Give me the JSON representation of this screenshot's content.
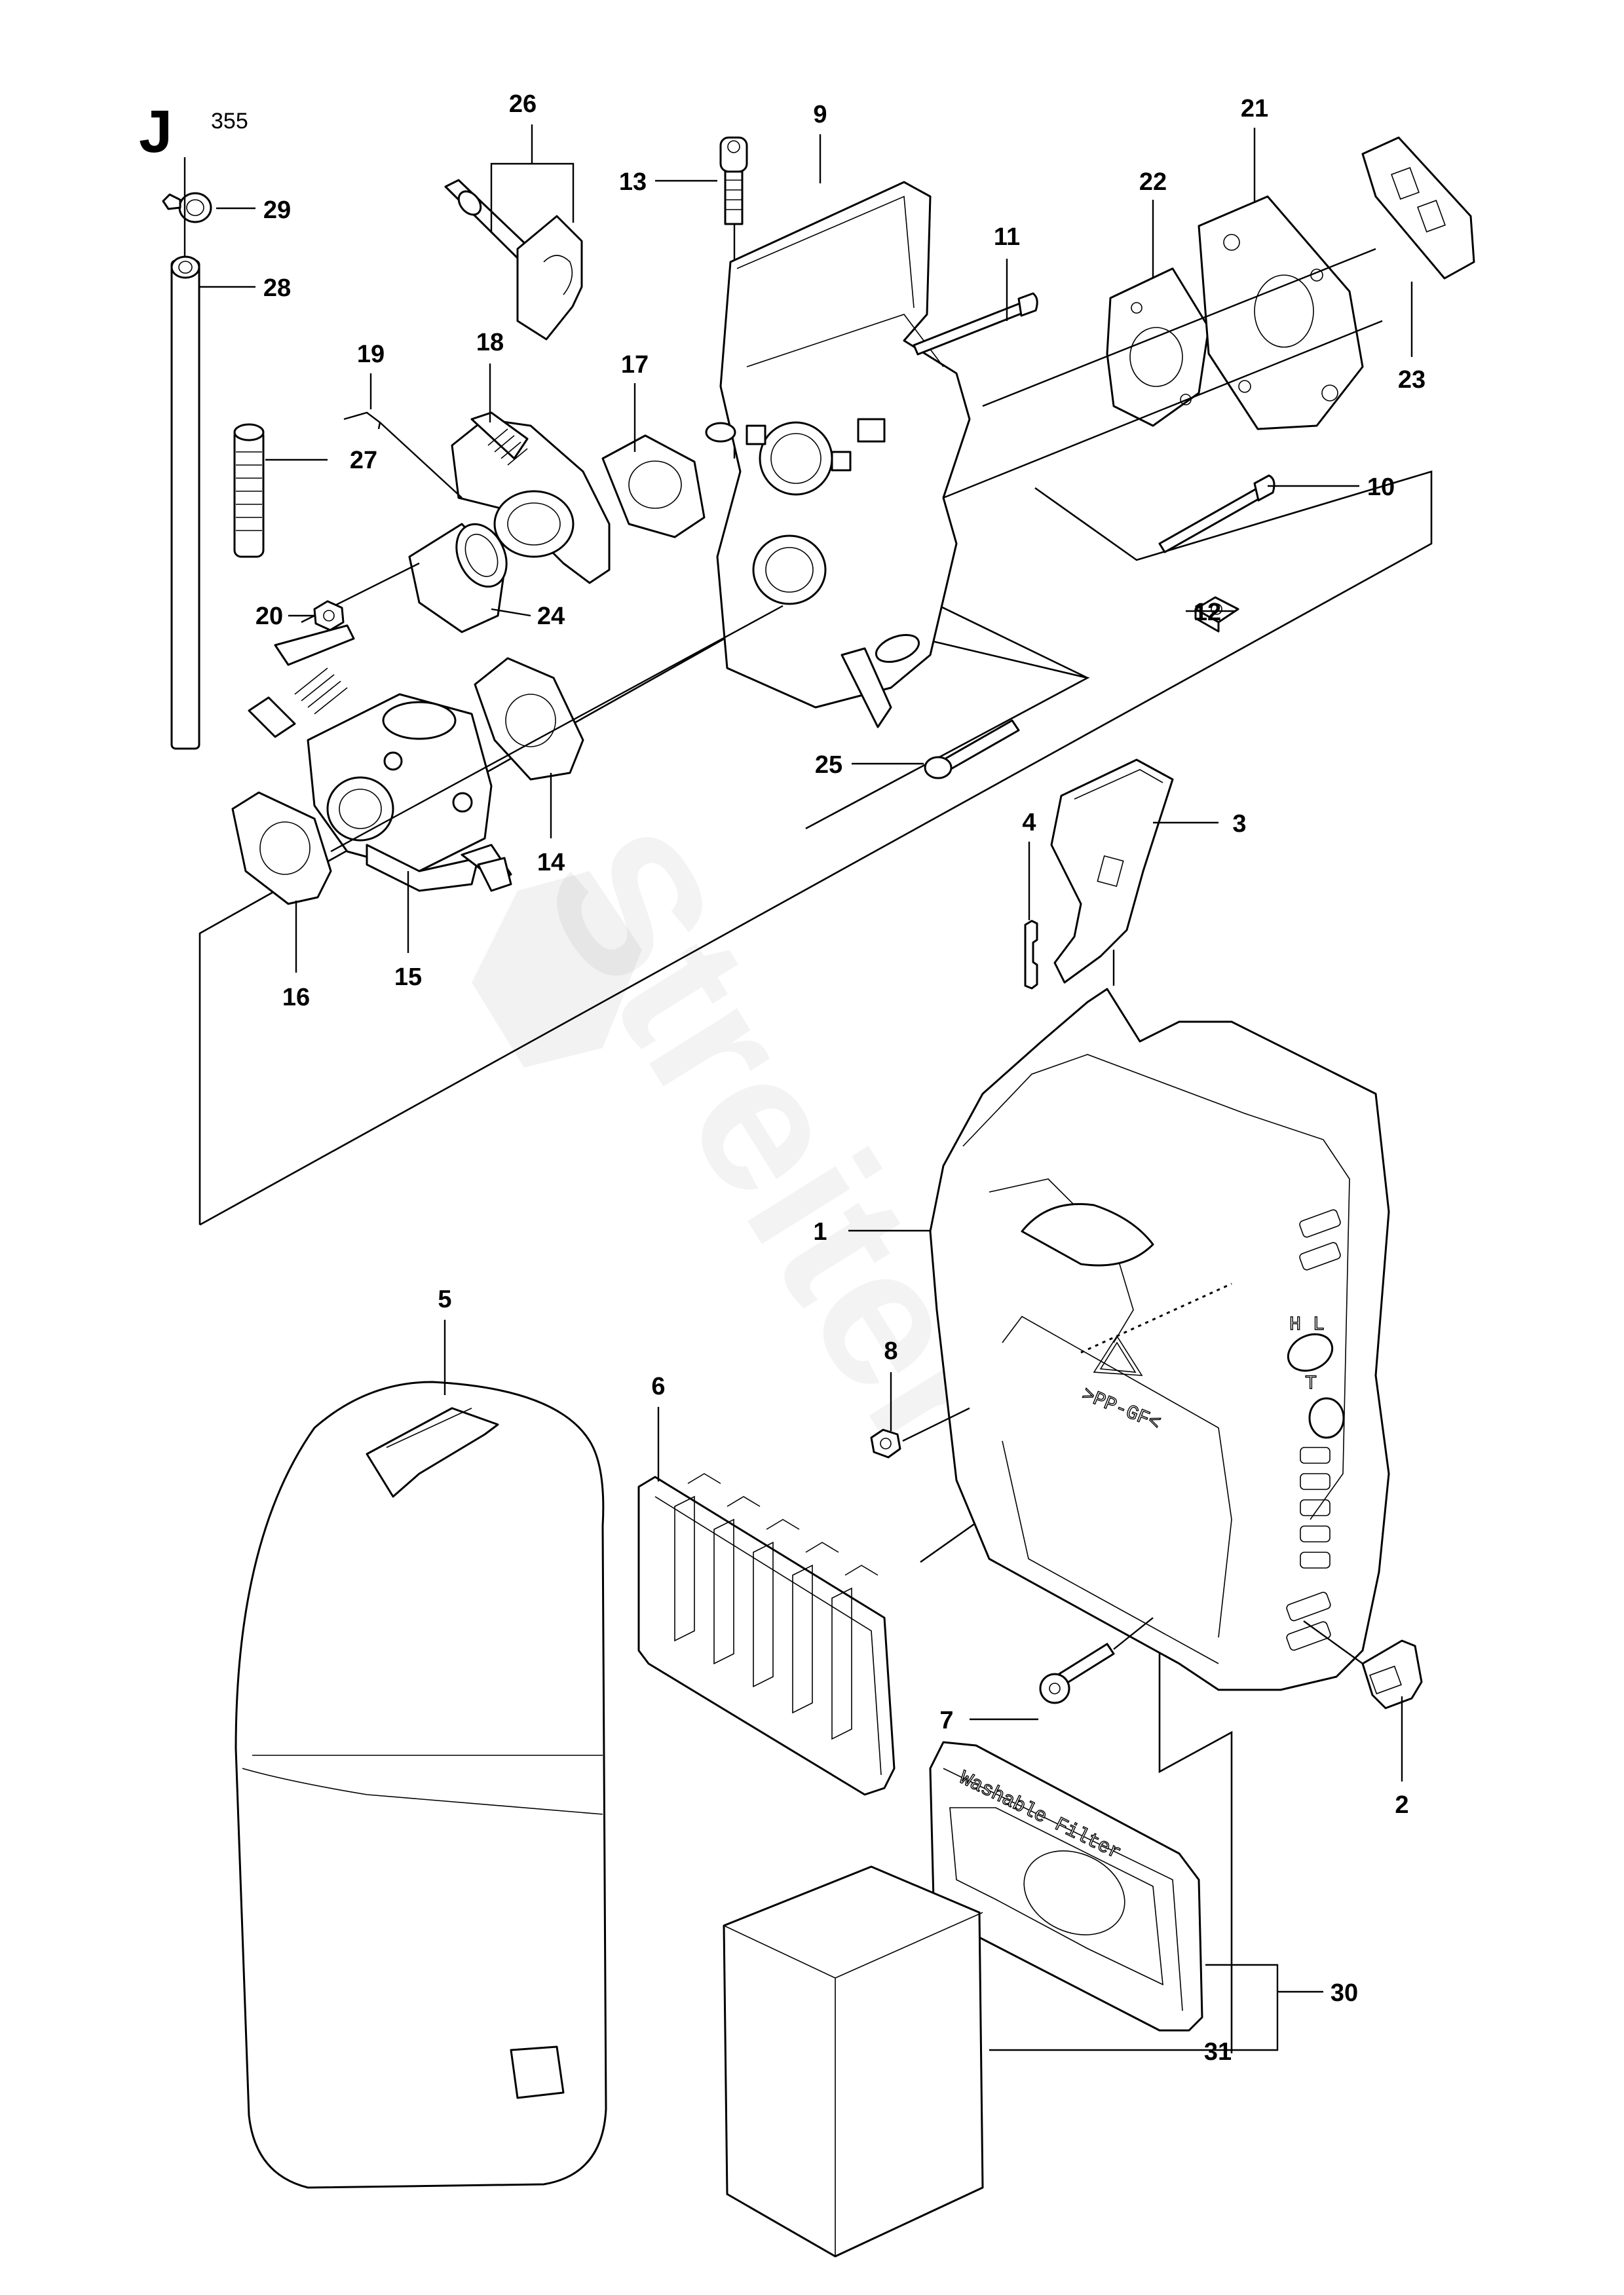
{
  "header": {
    "section_letter": "J",
    "model": "355"
  },
  "watermark": "Streiter",
  "part_labels": [
    {
      "id": "1",
      "text": "1"
    },
    {
      "id": "2",
      "text": "2"
    },
    {
      "id": "3",
      "text": "3"
    },
    {
      "id": "4",
      "text": "4"
    },
    {
      "id": "5",
      "text": "5"
    },
    {
      "id": "6",
      "text": "6"
    },
    {
      "id": "7",
      "text": "7"
    },
    {
      "id": "8",
      "text": "8"
    },
    {
      "id": "9",
      "text": "9"
    },
    {
      "id": "10",
      "text": "10"
    },
    {
      "id": "11",
      "text": "11"
    },
    {
      "id": "12",
      "text": "12"
    },
    {
      "id": "13",
      "text": "13"
    },
    {
      "id": "14",
      "text": "14"
    },
    {
      "id": "15",
      "text": "15"
    },
    {
      "id": "16",
      "text": "16"
    },
    {
      "id": "17",
      "text": "17"
    },
    {
      "id": "18",
      "text": "18"
    },
    {
      "id": "19",
      "text": "19"
    },
    {
      "id": "20",
      "text": "20"
    },
    {
      "id": "21",
      "text": "21"
    },
    {
      "id": "22",
      "text": "22"
    },
    {
      "id": "23",
      "text": "23"
    },
    {
      "id": "24",
      "text": "24"
    },
    {
      "id": "25",
      "text": "25"
    },
    {
      "id": "26",
      "text": "26"
    },
    {
      "id": "27",
      "text": "27"
    },
    {
      "id": "28",
      "text": "28"
    },
    {
      "id": "29",
      "text": "29"
    },
    {
      "id": "30",
      "text": "30"
    },
    {
      "id": "31",
      "text": "31"
    }
  ],
  "embossed_text": {
    "filter_label": "Washable Filter",
    "material_code": ">PP-GF<",
    "choke_marks": "H L",
    "throttle_mark": "T"
  }
}
